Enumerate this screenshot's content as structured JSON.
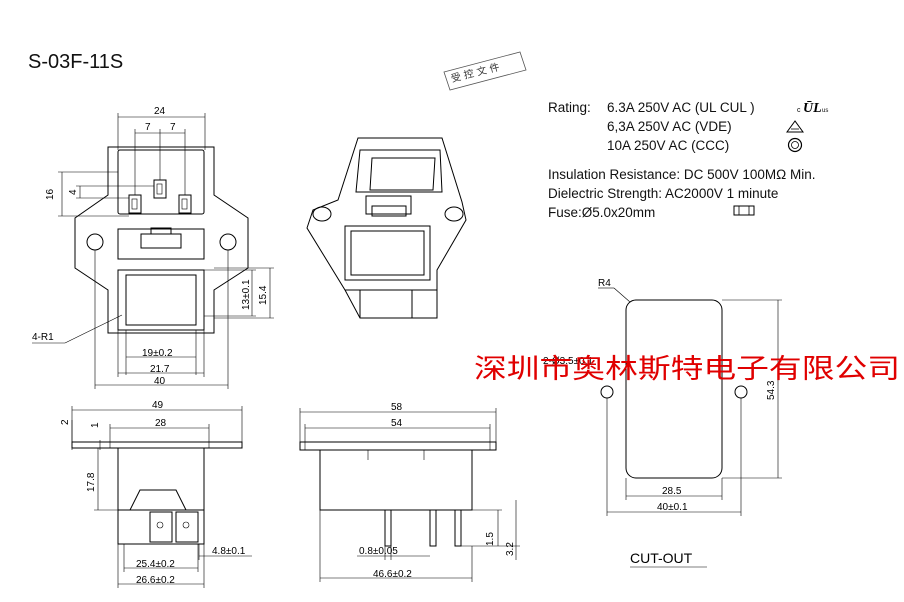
{
  "title": "S-03F-11S",
  "stamp": "受 控 文 件",
  "watermark": "深圳市奥林斯特电子有限公司",
  "specs": {
    "rating_label": "Rating:",
    "rating_1": "6.3A 250V AC (UL  CUL  )",
    "rating_2": "6,3A 250V AC (VDE)",
    "rating_3": "10A 250V AC (CCC)",
    "insulation": "Insulation Resistance: DC 500V 100MΩ Min.",
    "dielectric": "Dielectric Strength: AC2000V 1 minute",
    "fuse": "Fuse:Ø5.0x20mm"
  },
  "cert_icons": [
    "ul-cul-mark-icon",
    "vde-triangle-icon",
    "ccc-mark-icon",
    "fuse-icon"
  ],
  "front_view": {
    "dim_24": "24",
    "dim_7a": "7",
    "dim_7b": "7",
    "dim_16": "16",
    "dim_4": "4",
    "dim_13": "13±0.1",
    "dim_15_4": "15.4",
    "dim_r1": "4-R1",
    "dim_19": "19±0.2",
    "dim_21_7": "21.7",
    "dim_40": "40"
  },
  "side_view": {
    "dim_49": "49",
    "dim_28": "28",
    "dim_2": "2",
    "dim_1": "1",
    "dim_17_8": "17.8",
    "dim_4_8": "4.8±0.1",
    "dim_25_4": "25.4±0.2",
    "dim_26_6": "26.6±0.2"
  },
  "top_view": {
    "dim_58": "58",
    "dim_54": "54",
    "dim_0_8": "0.8±0.05",
    "dim_46_6": "46.6±0.2",
    "dim_1_5": "1.5",
    "dim_3_2": "3.2"
  },
  "cutout": {
    "label": "CUT-OUT",
    "dim_r4": "R4",
    "dim_hole": "2-Ø3.5±0.1",
    "dim_54_3": "54.3",
    "dim_28_5": "28.5",
    "dim_40": "40±0.1"
  }
}
